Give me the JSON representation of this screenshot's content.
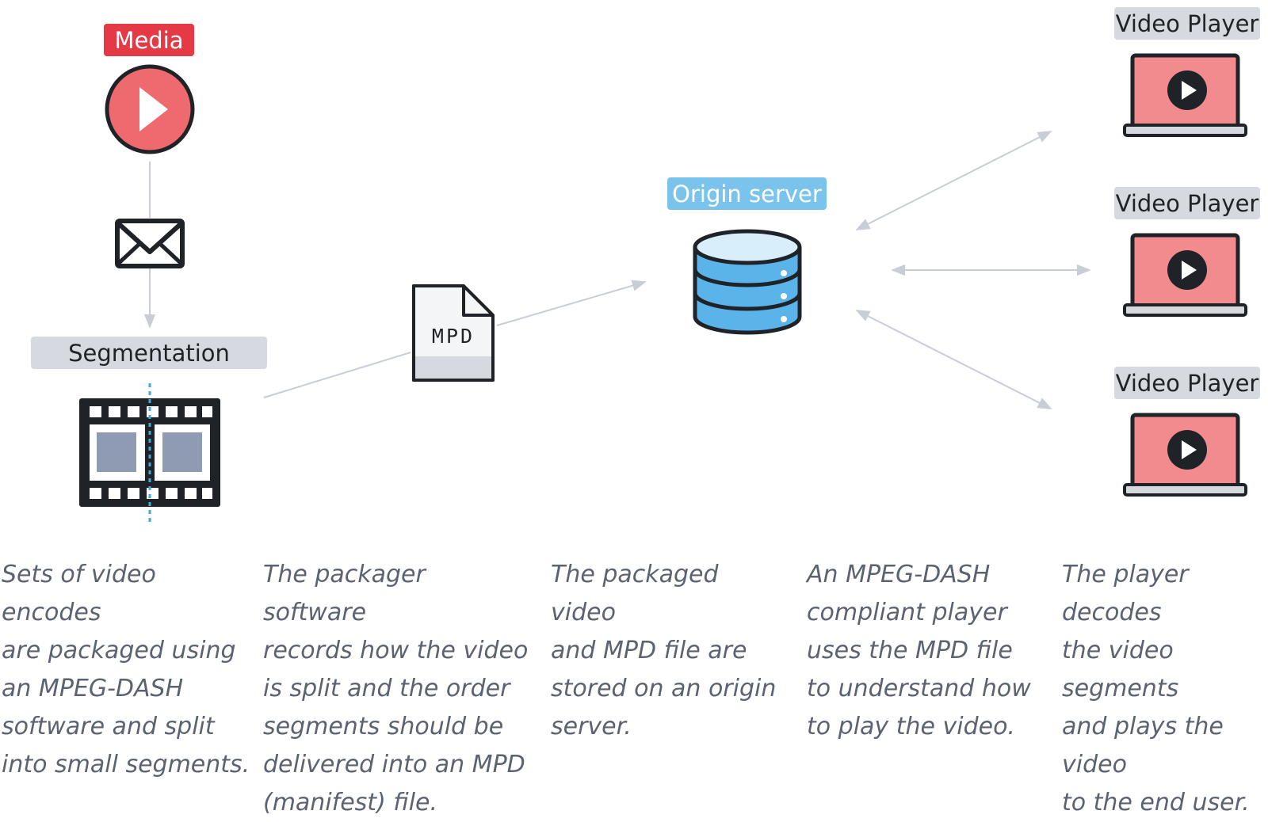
{
  "labels": {
    "media": "Media",
    "segmentation": "Segmentation",
    "origin_server": "Origin server",
    "video_player_1": "Video Player",
    "video_player_2": "Video Player",
    "video_player_3": "Video Player",
    "mpd_file": "MPD"
  },
  "descriptions": [
    "Sets of video encodes\nare packaged using\nan MPEG-DASH\nsoftware and split\ninto small segments.",
    "The packager software\nrecords how the video\nis split and the order\nsegments should be\ndelivered into an MPD\n(manifest) file.",
    "The packaged video\nand MPD file are\nstored on an origin\nserver.",
    "An MPEG-DASH\ncompliant player\nuses the MPD file\nto understand how\nto play the video.",
    "The player decodes\nthe video segments\nand plays the video\nto the end user."
  ],
  "icons": {
    "media": "play-circle-icon",
    "transfer": "envelope-icon",
    "segments": "film-strip-icon",
    "manifest": "document-icon",
    "server": "database-icon",
    "player": "laptop-play-icon"
  },
  "colors": {
    "media_red": "#e63946",
    "play_pink": "#ef6a6f",
    "origin_blue": "#79c3ec",
    "database_blue": "#5ab4ea",
    "screen_pink": "#f28b8e",
    "label_gray": "#d6d9df",
    "arrow_gray": "#c8cdd6",
    "segment_divider": "#3fa9e0",
    "frame_gray": "#8e9bb0"
  }
}
